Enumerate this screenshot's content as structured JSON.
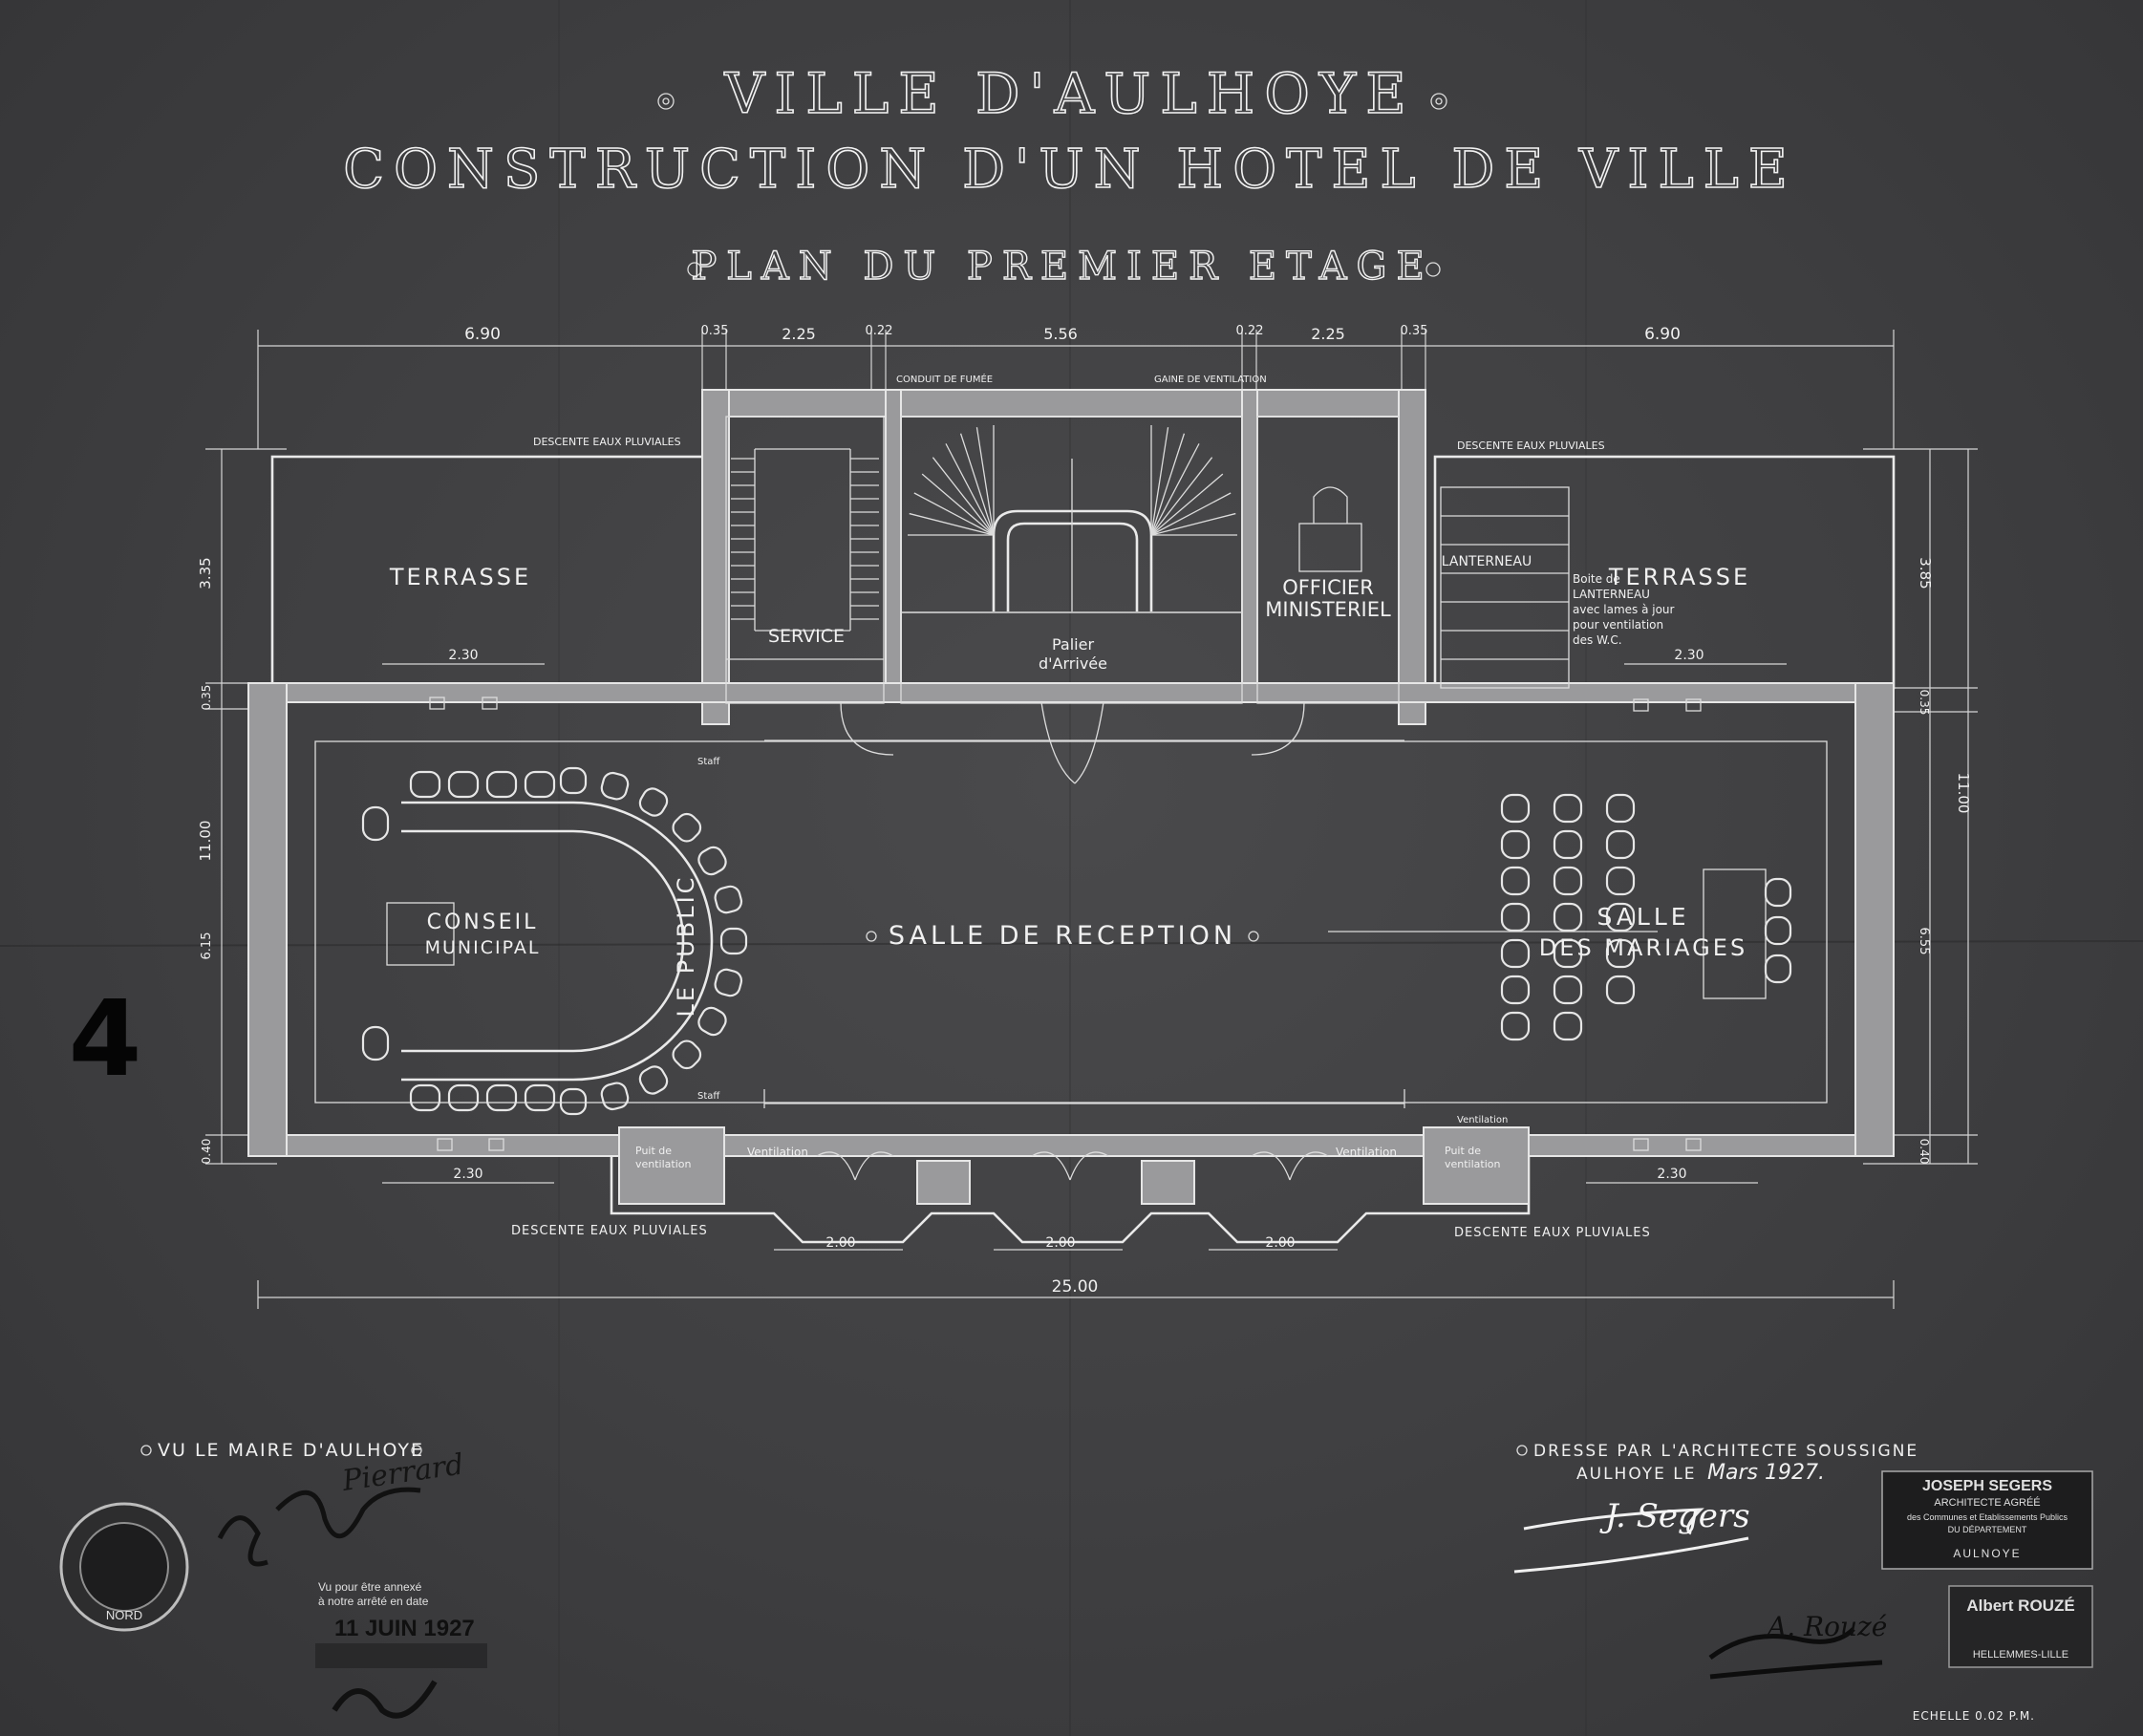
{
  "title": {
    "line1": "VILLE D'AULHOYE",
    "line2": "CONSTRUCTION D'UN HOTEL DE VILLE",
    "line3": "PLAN DU PREMIER ETAGE"
  },
  "rooms": {
    "terrasse_left": "TERRASSE",
    "terrasse_right": "TERRASSE",
    "service": "SERVICE",
    "palier_1": "Palier",
    "palier_2": "d'Arrivée",
    "officier_1": "OFFICIER",
    "officier_2": "MINISTERIEL",
    "lanterneau": "LANTERNEAU",
    "boite_1": "Boite de",
    "boite_2": "LANTERNEAU",
    "boite_3": "avec lames à jour",
    "boite_4": "pour ventilation",
    "boite_5": "des W.C.",
    "conseil_1": "CONSEIL",
    "conseil_2": "MUNICIPAL",
    "public": "LE PUBLIC",
    "reception": "SALLE DE RECEPTION",
    "mariages_1": "SALLE",
    "mariages_2": "DES MARIAGES"
  },
  "annotations": {
    "conduit_fumee": "CONDUIT DE FUMÉE",
    "gaine_ventilation": "GAINE DE VENTILATION",
    "descente_tl": "DESCENTE EAUX PLUVIALES",
    "descente_tr": "DESCENTE EAUX PLUVIALES",
    "descente_bl": "DESCENTE EAUX PLUVIALES",
    "descente_br": "DESCENTE EAUX PLUVIALES",
    "ventilation_l": "Ventilation",
    "ventilation_r": "Ventilation",
    "ventilation_top": "Ventilation",
    "puit_l_1": "Puit de",
    "puit_l_2": "ventilation",
    "puit_r_1": "Puit de",
    "puit_r_2": "ventilation",
    "staff_1": "Staff",
    "staff_2": "Staff"
  },
  "dimensions": {
    "top": [
      "6.90",
      "0.35",
      "2.25",
      "0.22",
      "5.56",
      "0.22",
      "2.25",
      "0.35",
      "6.90"
    ],
    "left": [
      "3.35",
      "0.35",
      "11.00",
      "6.15",
      "0.40"
    ],
    "right": [
      "3.85",
      "0.35",
      "11.00",
      "6.55",
      "0.40"
    ],
    "bottom_bays": [
      "2.00",
      "2.00",
      "2.00"
    ],
    "window_widths": [
      "2.30",
      "2.30",
      "2.30",
      "2.30"
    ],
    "overall": "25.00"
  },
  "sheet_number": "4",
  "footer": {
    "mayor": "VU LE MAIRE D'AULHOYE",
    "architect_1": "DRESSE PAR L'ARCHITECTE SOUSSIGNE",
    "architect_2": "AULHOYE LE",
    "architect_date": "Mars 1927.",
    "scale": "ECHELLE 0.02 P.M."
  },
  "stamps": {
    "segers_1": "JOSEPH SEGERS",
    "segers_2": "ARCHITECTE AGRÉÉ",
    "segers_3": "des Communes et Etablissements Publics",
    "segers_4": "DU DÉPARTEMENT",
    "segers_5": "AULNOYE",
    "rouze_1": "Albert ROUZÉ",
    "rouze_2": "HELLEMMES-LILLE",
    "annex_1": "Vu pour être annexé",
    "annex_2": "à notre arrêté en date",
    "annex_date": "11 JUIN 1927",
    "round_1": "NORD",
    "signature_1": "Pierrard",
    "signature_2": "J. Segers",
    "signature_3": "A. Rouzé"
  }
}
